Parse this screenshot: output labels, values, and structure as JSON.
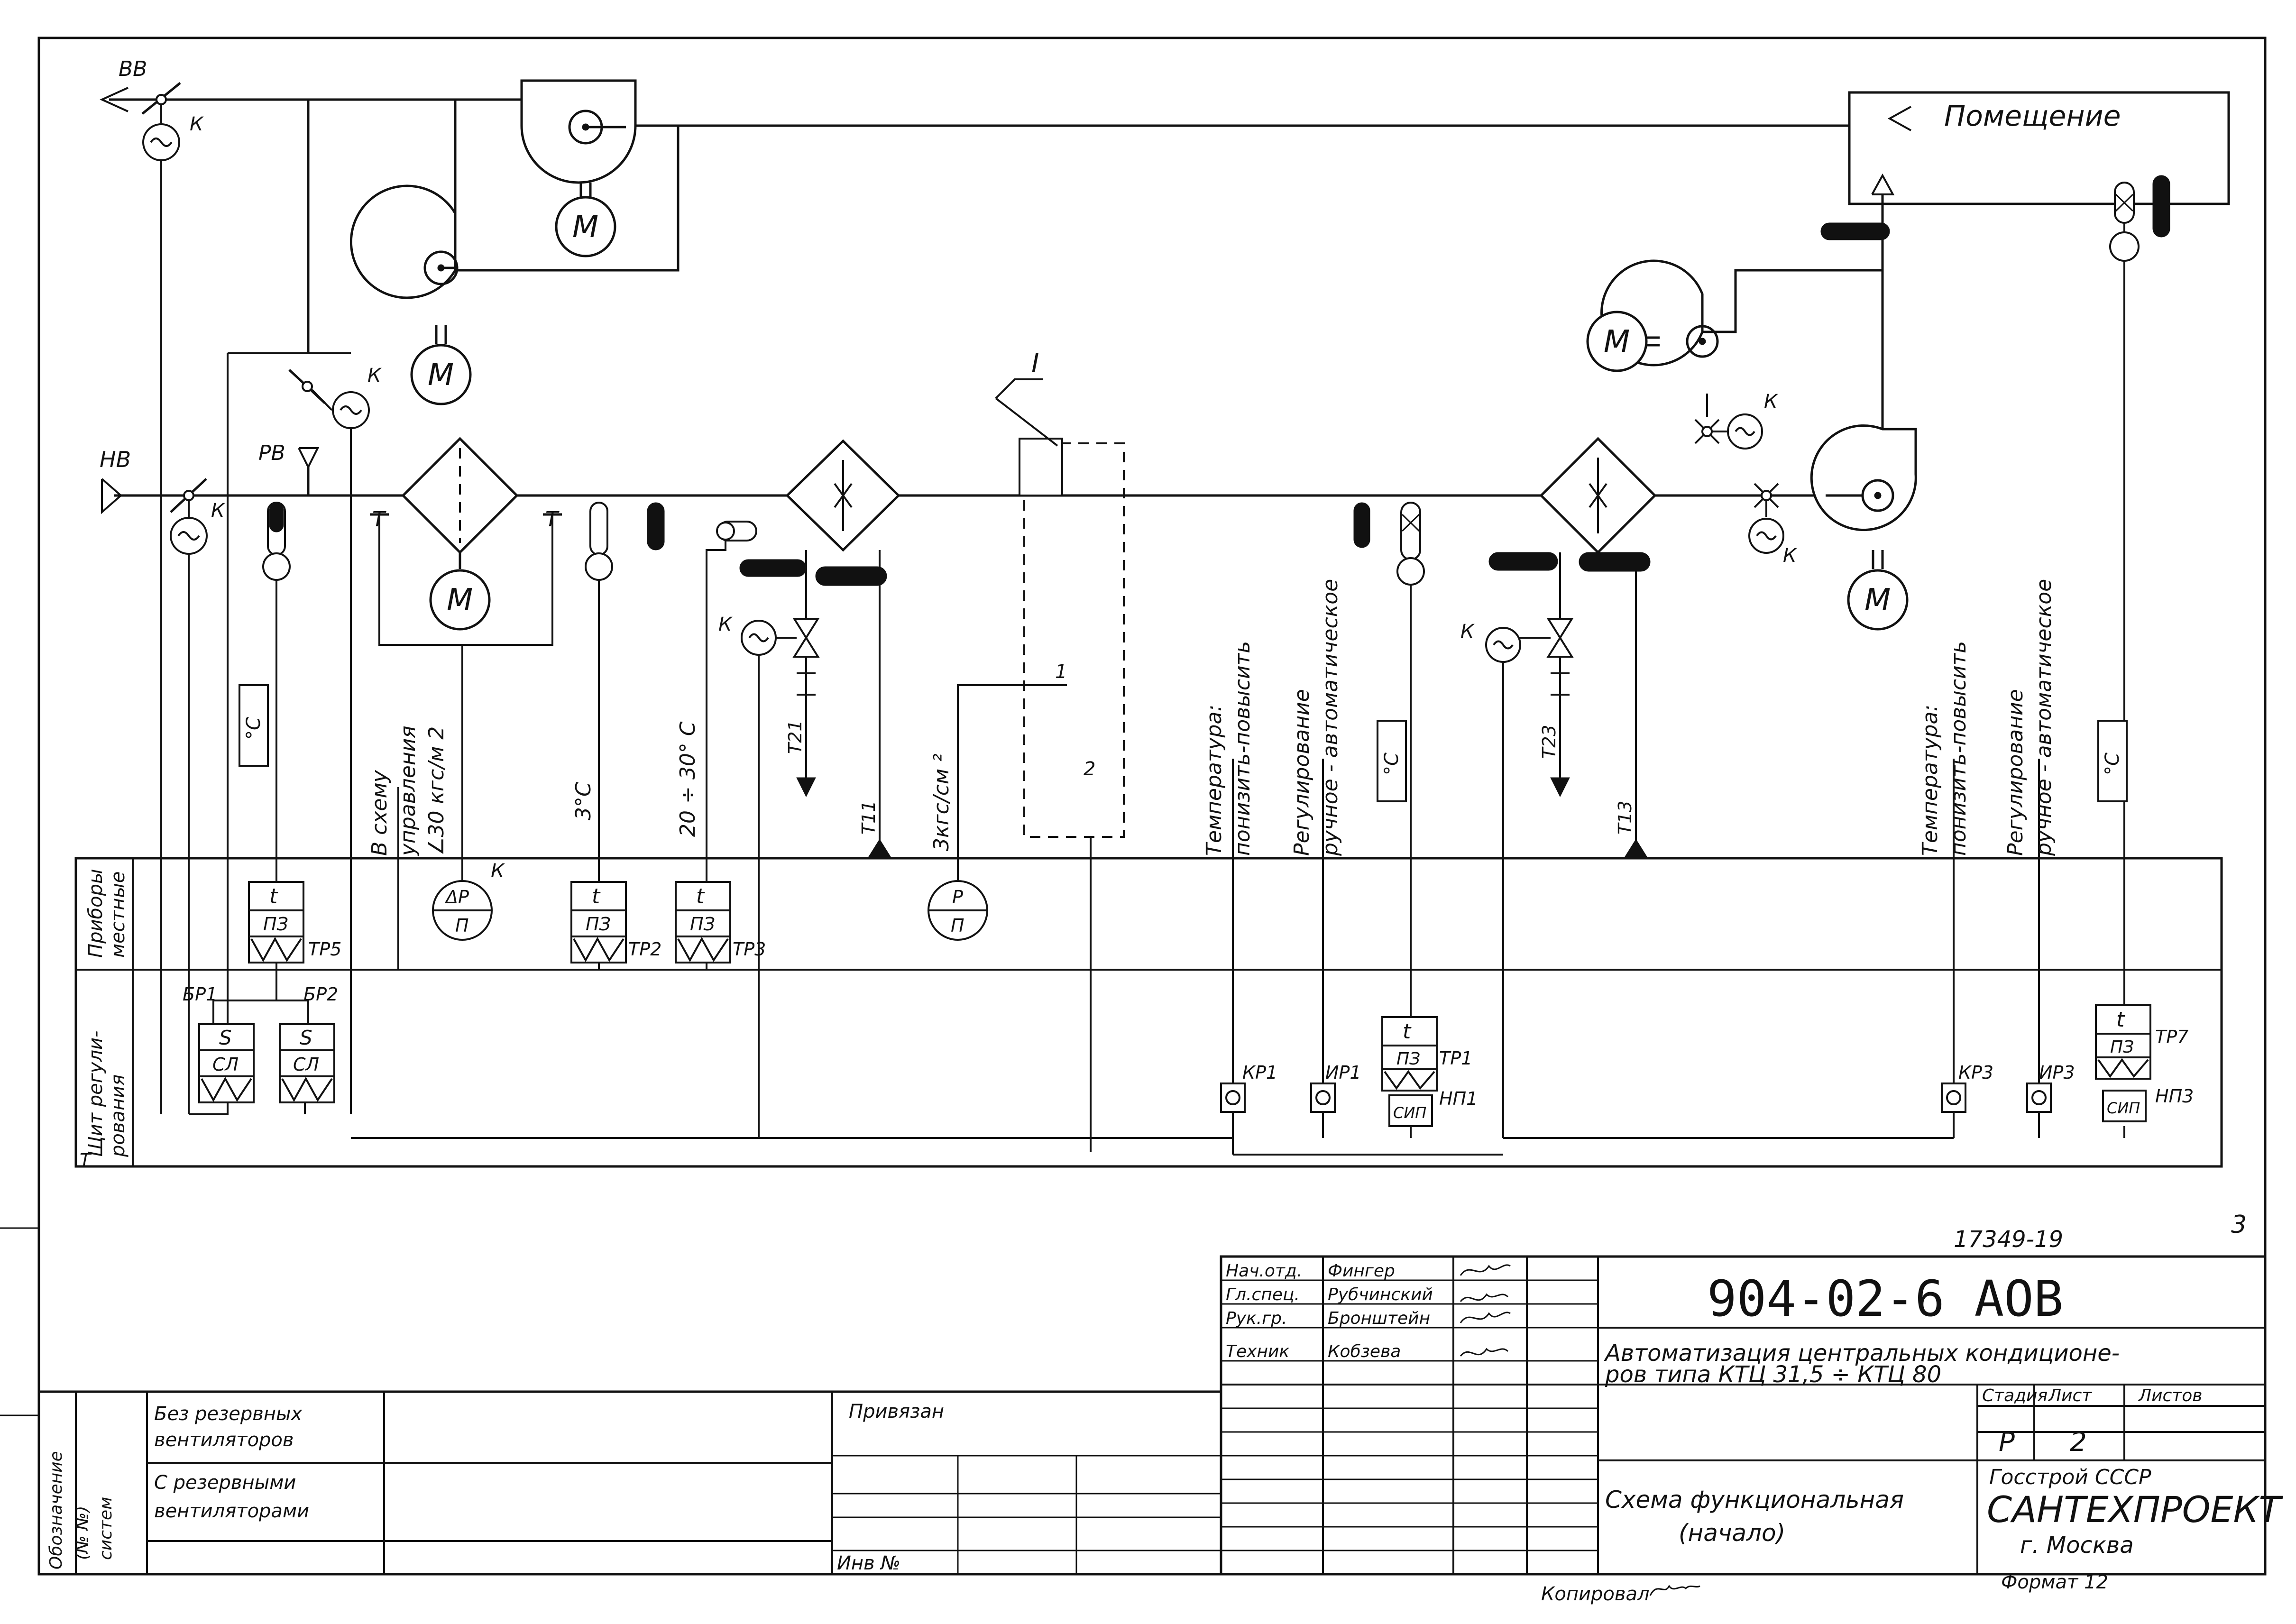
{
  "top": {
    "exhaust_label": "ВВ",
    "room_label": "Помещение",
    "outdoor_label": "НВ",
    "recirc_label": "РВ",
    "section_mark": "I",
    "point_1": "1",
    "point_2": "2"
  },
  "letters": {
    "k": "К",
    "m": "М",
    "t": "Т"
  },
  "pipes": [
    "Т21",
    "Т11",
    "Т23",
    "Т13"
  ],
  "vertical_texts": {
    "deg_c": "°C",
    "control_scheme": [
      "В схему",
      "управления",
      "∠30 кгс/м 2"
    ],
    "temp_3": "3°C",
    "temp_20_30": "20 ÷ 30° С",
    "pressure_3": "3кгс/см ²",
    "temperature": [
      "Температура:",
      "понизить-повысить"
    ],
    "regulation": [
      "Регулирование",
      "ручное - автоматическое"
    ]
  },
  "panel": {
    "row_local": [
      "Приборы",
      "местные"
    ],
    "row_shield": [
      "Щит регули-",
      "рования"
    ],
    "panel_left_mark": "Т"
  },
  "devices": {
    "tp5": "ТР5",
    "tp2": "ТР2",
    "tp3": "ТР3",
    "tp1": "ТР1",
    "tp7": "ТР7",
    "br1": "БР1",
    "br2": "БР2",
    "kp1": "КР1",
    "ip1": "ИР1",
    "np1": "НП1",
    "kp3": "КР3",
    "ip3": "ИР3",
    "np3": "НП3",
    "t": "t",
    "pz": "ПЗ",
    "s": "S",
    "sl": "СЛ",
    "sip": "СИП",
    "dp": "ΔР",
    "p": "Р",
    "pi": "П"
  },
  "title_block": {
    "sheet_no": "17349-19",
    "page_corner": "3",
    "code": "904-02-6 АОВ",
    "title": [
      "Автоматизация центральных кондиционе-",
      "ров типа КТЦ 31,5 ÷ КТЦ 80"
    ],
    "roles": [
      "Нач.отд.",
      "Гл.спец.",
      "Рук.гр.",
      "Техник"
    ],
    "names": [
      "Фингер",
      "Рубчинский",
      "Бронштейн",
      "Кобзева"
    ],
    "stage_header": "Стадия",
    "sheet_header": "Лист",
    "sheets_header": "Листов",
    "stage": "Р",
    "sheet": "2",
    "scheme_name": [
      "Схема функциональная",
      "(начало)"
    ],
    "org": [
      "Госстрой СССР",
      "САНТЕХПРОЕКТ",
      "г. Москва"
    ],
    "format": "Формат 12",
    "copied": "Копировал"
  },
  "left_block": {
    "designation": [
      "Обозначение",
      "(№ №)",
      "систем"
    ],
    "row1": [
      "Без резервных",
      "вентиляторов"
    ],
    "row2": [
      "С резервными",
      "вентиляторами"
    ],
    "bound": "Привязан",
    "inv": "Инв №"
  }
}
